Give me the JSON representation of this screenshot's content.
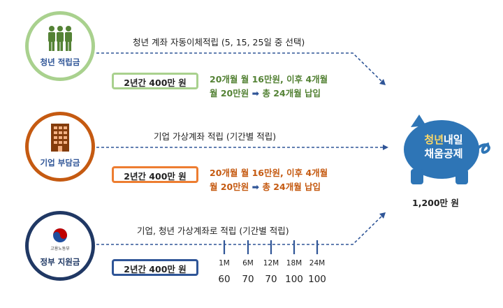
{
  "rows": [
    {
      "circle_label": "청년 적립금",
      "step_label": "청년 계좌 자동이체적립 (5, 15, 25일 중 선택)",
      "box": "2년간 400만 원",
      "desc_line1": "20개월 월 16만원, 이후 4개월",
      "desc_line2_a": "월 20만원",
      "desc_line2_b": "총 24개월 납입"
    },
    {
      "circle_label": "기업 부담금",
      "step_label": "기업 가상계좌 적립 (기간별 적립)",
      "box": "2년간 400만 원",
      "desc_line1": "20개월 월 16만원, 이후 4개월",
      "desc_line2_a": "월 20만원",
      "desc_line2_b": "총 24개월 납입"
    },
    {
      "circle_label": "정부 지원금",
      "logo_text": "고용노동부",
      "step_label": "기업, 청년 가상계좌로 적립 (기간별 적립)",
      "box": "2년간 400만 원"
    }
  ],
  "schedule": [
    {
      "month": "1M",
      "amount": "60"
    },
    {
      "month": "6M",
      "amount": "70"
    },
    {
      "month": "12M",
      "amount": "70"
    },
    {
      "month": "18M",
      "amount": "100"
    },
    {
      "month": "24M",
      "amount": "100"
    }
  ],
  "destination": {
    "name_hl": "청년",
    "name_rest": "내일",
    "name_line2": "채움공제",
    "total": "1,200만 원"
  },
  "arrow_glyph": "➡",
  "colors": {
    "green": "#a9d18e",
    "orange": "#c55a11",
    "navy": "#203864",
    "blue": "#2f5597",
    "piggy": "#2e75b6"
  }
}
